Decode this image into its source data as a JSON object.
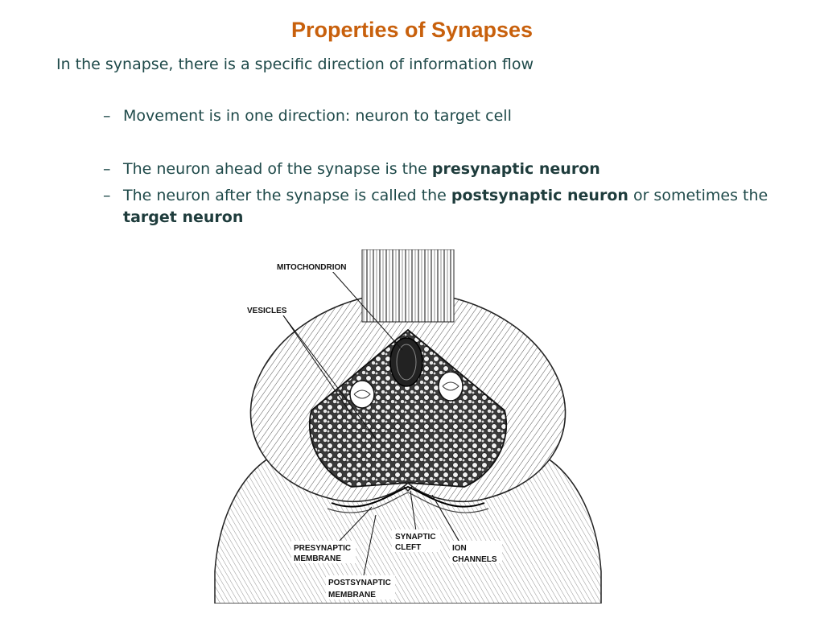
{
  "slide": {
    "title": "Properties of Synapses",
    "intro": "In the synapse, there is a specific direction of information flow",
    "bullets": [
      {
        "dash": "–",
        "text": "Movement is in one direction: neuron to target cell"
      },
      {
        "dash": "–",
        "text_before": "The neuron ahead of the synapse is the ",
        "bold": "presynaptic neuron"
      },
      {
        "dash": "–",
        "text_before": "The neuron after the synapse is called the ",
        "bold": "postsynaptic neuron",
        "text_middle": " or sometimes the ",
        "bold2": "target neuron"
      }
    ]
  },
  "figure": {
    "labels": {
      "mitochondrion": "MITOCHONDRION",
      "vesicles": "VESICLES",
      "synaptic_1": "SYNAPTIC",
      "synaptic_2": "CLEFT",
      "pre_1": "PRESYNAPTIC",
      "pre_2": "MEMBRANE",
      "ion_1": "ION",
      "ion_2": "CHANNELS",
      "post_1": "POSTSYNAPTIC",
      "post_2": "MEMBRANE"
    }
  },
  "colors": {
    "title": "#c8600c",
    "body_text": "#1f4a4a"
  }
}
